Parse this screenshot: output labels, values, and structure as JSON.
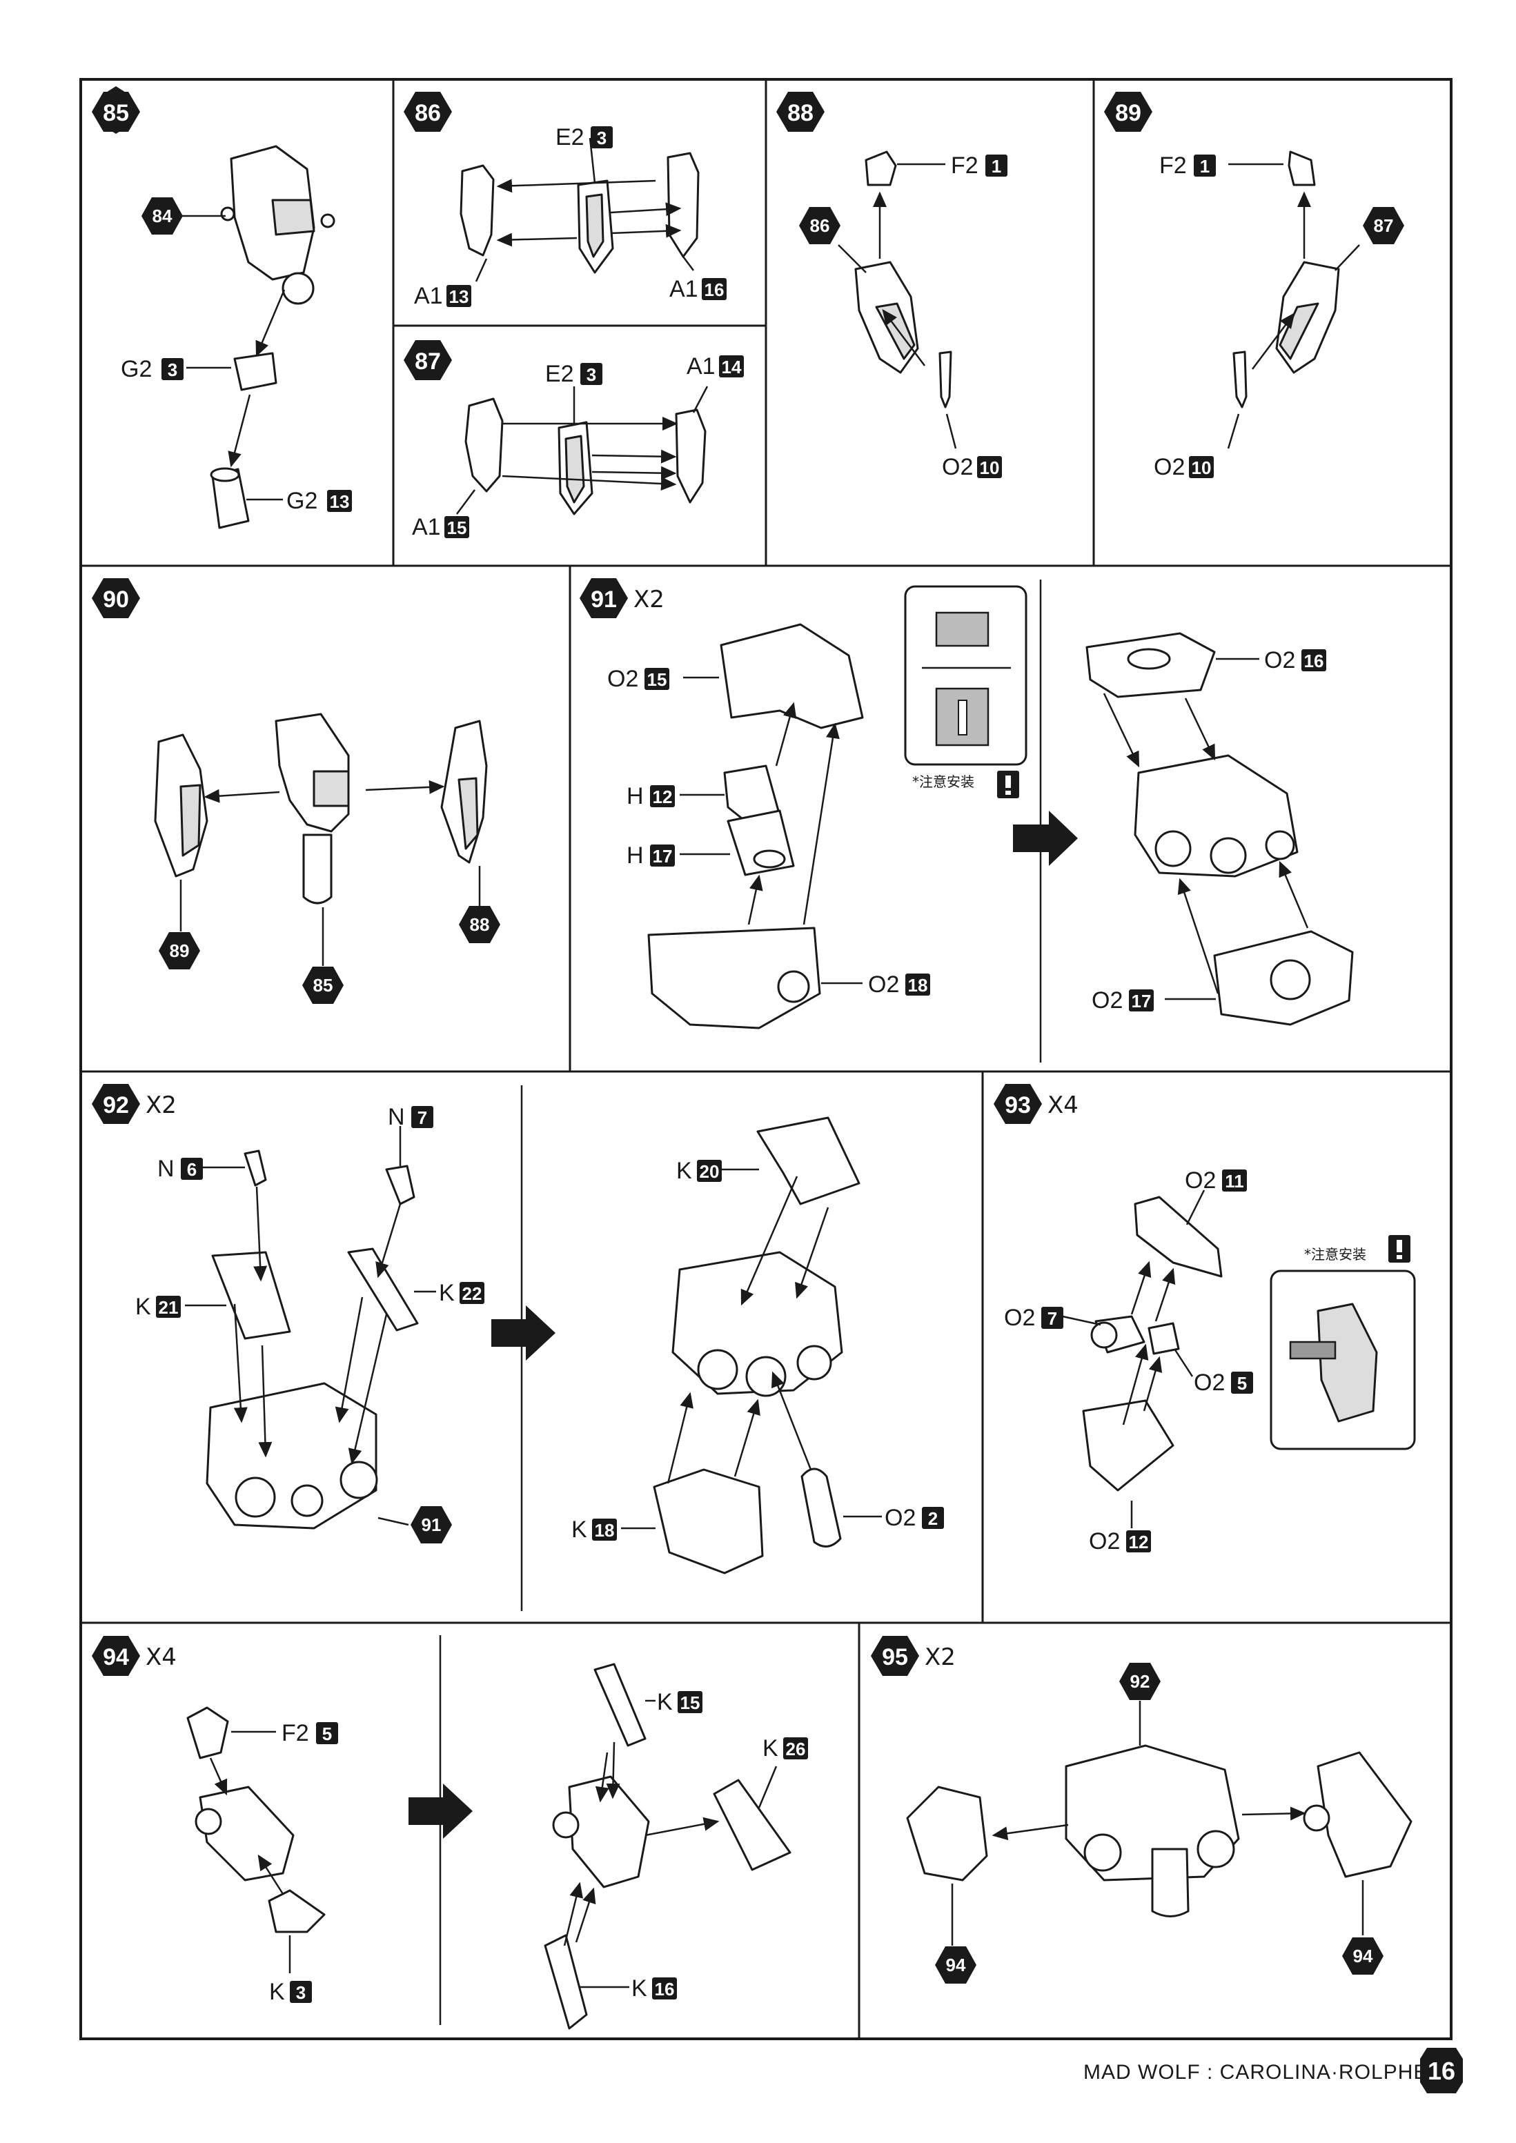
{
  "steps": {
    "s85": {
      "number": "85",
      "refs": {
        "a": "84"
      },
      "labels": {
        "g2a": "G2",
        "g2a_n": "3",
        "g2b": "G2",
        "g2b_n": "13"
      }
    },
    "s86": {
      "number": "86",
      "labels": {
        "e2": "E2",
        "e2_n": "3",
        "a1l": "A1",
        "a1l_n": "13",
        "a1r": "A1",
        "a1r_n": "16"
      }
    },
    "s87": {
      "number": "87",
      "labels": {
        "e2": "E2",
        "e2_n": "3",
        "a1t": "A1",
        "a1t_n": "14",
        "a1b": "A1",
        "a1b_n": "15"
      }
    },
    "s88": {
      "number": "88",
      "refs": {
        "a": "86"
      },
      "labels": {
        "f2": "F2",
        "f2_n": "1",
        "o2": "O2",
        "o2_n": "10"
      }
    },
    "s89": {
      "number": "89",
      "refs": {
        "a": "87"
      },
      "labels": {
        "f2": "F2",
        "f2_n": "1",
        "o2": "O2",
        "o2_n": "10"
      }
    },
    "s90": {
      "number": "90",
      "refs": {
        "left": "89",
        "bottom": "85",
        "right": "88"
      }
    },
    "s91": {
      "number": "91",
      "multiplier": "X2",
      "note": "*注意安装",
      "labels": {
        "o2a": "O2",
        "o2a_n": "15",
        "h12": "H",
        "h12_n": "12",
        "h17": "H",
        "h17_n": "17",
        "o2b": "O2",
        "o2b_n": "18",
        "o2c": "O2",
        "o2c_n": "16",
        "o2d": "O2",
        "o2d_n": "17"
      }
    },
    "s92": {
      "number": "92",
      "multiplier": "X2",
      "refs": {
        "a": "91"
      },
      "labels": {
        "n6": "N",
        "n6_n": "6",
        "n7": "N",
        "n7_n": "7",
        "k21": "K",
        "k21_n": "21",
        "k22": "K",
        "k22_n": "22",
        "k20": "K",
        "k20_n": "20",
        "k18": "K",
        "k18_n": "18",
        "o2": "O2",
        "o2_n": "2"
      }
    },
    "s93": {
      "number": "93",
      "multiplier": "X4",
      "note": "*注意安装",
      "labels": {
        "o211": "O2",
        "o211_n": "11",
        "o27": "O2",
        "o27_n": "7",
        "o25": "O2",
        "o25_n": "5",
        "o212": "O2",
        "o212_n": "12"
      }
    },
    "s94": {
      "number": "94",
      "multiplier": "X4",
      "labels": {
        "f2": "F2",
        "f2_n": "5",
        "k3": "K",
        "k3_n": "3",
        "k15": "K",
        "k15_n": "15",
        "k26": "K",
        "k26_n": "26",
        "k16": "K",
        "k16_n": "16"
      }
    },
    "s95": {
      "number": "95",
      "multiplier": "X2",
      "refs": {
        "top": "92",
        "left": "94",
        "right": "94"
      }
    }
  },
  "footer": {
    "title": "MAD WOLF : CAROLINA·ROLPHE",
    "page": "16"
  }
}
